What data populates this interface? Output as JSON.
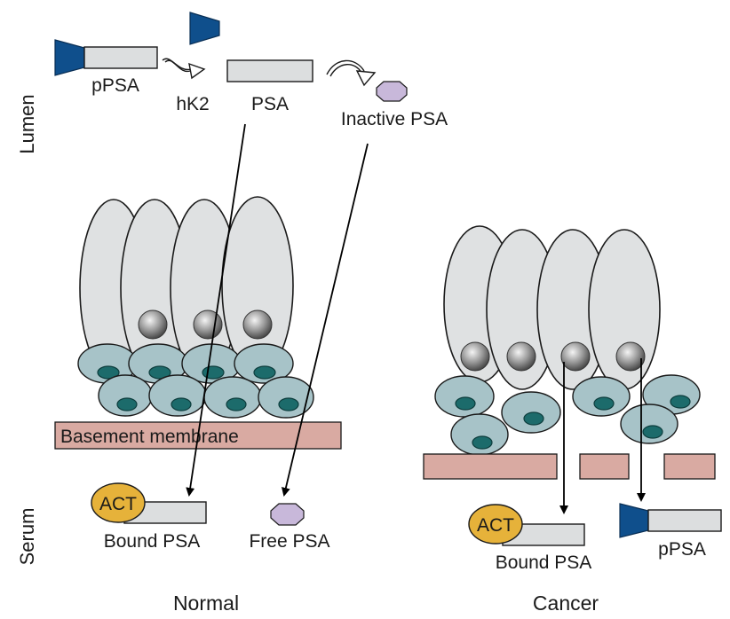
{
  "labels": {
    "lumen": "Lumen",
    "serum": "Serum",
    "ppsa_top": "pPSA",
    "hk2": "hK2",
    "psa": "PSA",
    "inactive_psa": "Inactive PSA",
    "basement_membrane": "Basement membrane",
    "act_normal": "ACT",
    "bound_psa_normal": "Bound PSA",
    "free_psa": "Free PSA",
    "act_cancer": "ACT",
    "bound_psa_cancer": "Bound PSA",
    "ppsa_cancer": "pPSA",
    "normal": "Normal",
    "cancer": "Cancer"
  },
  "colors": {
    "pro_peptide": "#0f4f8c",
    "psa_bar": "#dcdedf",
    "inactive_psa": "#c8b8da",
    "act": "#e6b23a",
    "cell": "#dfe1e2",
    "basal_cell": "#a7c3c8",
    "basal_nucleus": "#1c6b6b",
    "membrane": "#d9aaa2"
  }
}
